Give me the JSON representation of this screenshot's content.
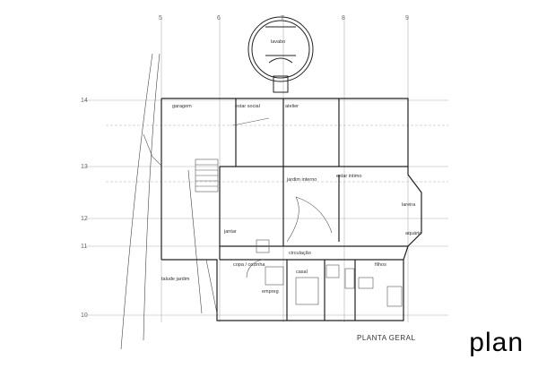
{
  "grid": {
    "columns": [
      "5",
      "6",
      "7",
      "8",
      "9"
    ],
    "rows": [
      "14",
      "13",
      "12",
      "11",
      "10"
    ]
  },
  "rooms": {
    "garagem": "garagem",
    "estar_social": "estar social",
    "atelier": "atelier",
    "jardim_interno": "jardim interno",
    "estar_intimo": "estar intimo",
    "lareira": "lareira",
    "aquario": "aquário",
    "jantar": "jantar",
    "circulacao": "circulação",
    "copa_cozinha": "copa / cozinha",
    "filhos": "filhos",
    "talude_jardim": "talude jardim",
    "casal": "casal",
    "empreg": "empreg",
    "lavabo": "lavabo"
  },
  "title": "PLANTA GERAL",
  "caption": "plan"
}
